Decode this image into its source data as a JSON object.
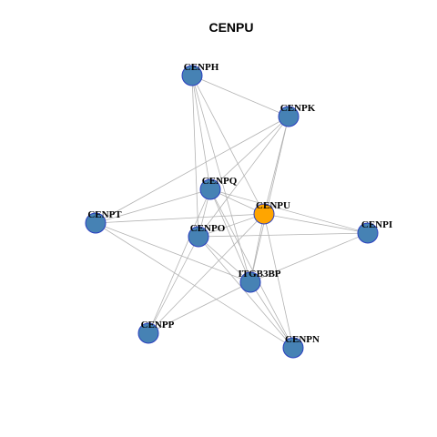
{
  "title": "CENPU",
  "colors": {
    "node": "#4682b4",
    "hub": "#ffa500",
    "edge": "#b3b3b3",
    "node_border": "#2a3fbf"
  },
  "nodes": [
    {
      "id": "CENPH",
      "label": "CENPH",
      "hub": false
    },
    {
      "id": "CENPK",
      "label": "CENPK",
      "hub": false
    },
    {
      "id": "CENPQ",
      "label": "CENPQ",
      "hub": false
    },
    {
      "id": "CENPU",
      "label": "CENPU",
      "hub": true
    },
    {
      "id": "CENPT",
      "label": "CENPT",
      "hub": false
    },
    {
      "id": "CENPO",
      "label": "CENPO",
      "hub": false
    },
    {
      "id": "CENPI",
      "label": "CENPI",
      "hub": false
    },
    {
      "id": "ITGB3BP",
      "label": "ITGB3BP",
      "hub": false
    },
    {
      "id": "CENPP",
      "label": "CENPP",
      "hub": false
    },
    {
      "id": "CENPN",
      "label": "CENPN",
      "hub": false
    }
  ],
  "edges": [
    [
      "CENPH",
      "CENPK"
    ],
    [
      "CENPH",
      "CENPQ"
    ],
    [
      "CENPH",
      "CENPU"
    ],
    [
      "CENPH",
      "CENPO"
    ],
    [
      "CENPH",
      "ITGB3BP"
    ],
    [
      "CENPK",
      "CENPQ"
    ],
    [
      "CENPK",
      "CENPU"
    ],
    [
      "CENPK",
      "CENPT"
    ],
    [
      "CENPK",
      "CENPO"
    ],
    [
      "CENPK",
      "ITGB3BP"
    ],
    [
      "CENPQ",
      "CENPU"
    ],
    [
      "CENPQ",
      "CENPT"
    ],
    [
      "CENPQ",
      "CENPO"
    ],
    [
      "CENPQ",
      "CENPI"
    ],
    [
      "CENPQ",
      "ITGB3BP"
    ],
    [
      "CENPQ",
      "CENPP"
    ],
    [
      "CENPQ",
      "CENPN"
    ],
    [
      "CENPU",
      "CENPT"
    ],
    [
      "CENPU",
      "CENPO"
    ],
    [
      "CENPU",
      "CENPI"
    ],
    [
      "CENPU",
      "ITGB3BP"
    ],
    [
      "CENPU",
      "CENPP"
    ],
    [
      "CENPU",
      "CENPN"
    ],
    [
      "CENPT",
      "ITGB3BP"
    ],
    [
      "CENPT",
      "CENPN"
    ],
    [
      "CENPO",
      "CENPI"
    ],
    [
      "CENPO",
      "ITGB3BP"
    ],
    [
      "CENPO",
      "CENPP"
    ],
    [
      "CENPO",
      "CENPN"
    ],
    [
      "CENPI",
      "ITGB3BP"
    ],
    [
      "ITGB3BP",
      "CENPP"
    ],
    [
      "ITGB3BP",
      "CENPN"
    ]
  ]
}
